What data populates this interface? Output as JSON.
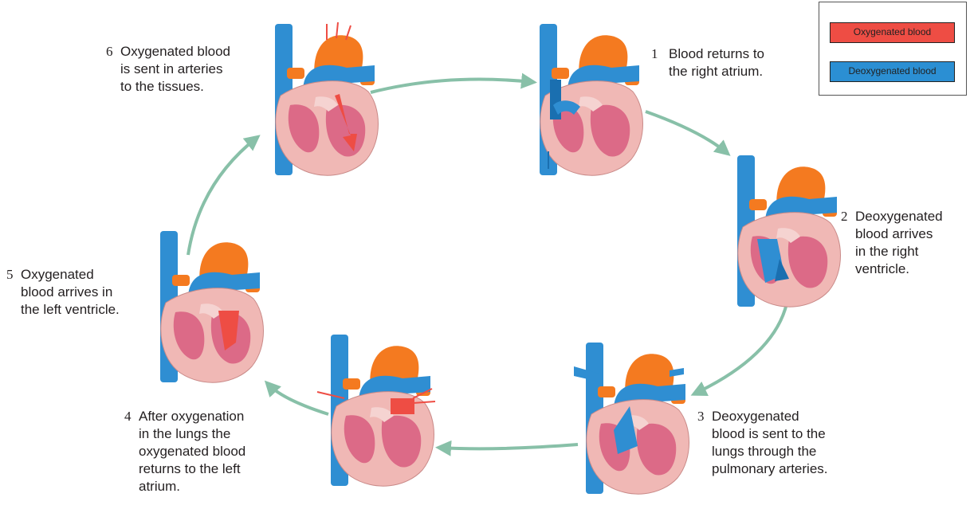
{
  "colors": {
    "oxygenated": "#ee4d44",
    "deoxygenated": "#2b8fd3",
    "arrow": "#88c0a8",
    "heart_outer": "#f0b8b5",
    "heart_inner": "#dc6a87",
    "vessel_orange": "#f47a20",
    "vessel_blue": "#2f8ed2"
  },
  "legend": {
    "oxygenated_label": "Oxygenated blood",
    "deoxygenated_label": "Deoxygenated blood"
  },
  "steps": [
    {
      "number": "1",
      "text": "Blood returns to\nthe right atrium."
    },
    {
      "number": "2",
      "text": "Deoxygenated\nblood arrives\nin the right\nventricle."
    },
    {
      "number": "3",
      "text": "Deoxygenated\nblood is sent to the\nlungs through the\npulmonary arteries."
    },
    {
      "number": "4",
      "text": "After oxygenation\nin the lungs the\noxygenated blood\nreturns to the left\natrium."
    },
    {
      "number": "5",
      "text": "Oxygenated\nblood arrives in\nthe left ventricle."
    },
    {
      "number": "6",
      "text": "Oxygenated blood\nis sent in arteries\nto the tissues."
    }
  ],
  "hearts": [
    {
      "name": "heart-step-1",
      "highlight": "deoxygenated"
    },
    {
      "name": "heart-step-2",
      "highlight": "deoxygenated"
    },
    {
      "name": "heart-step-3",
      "highlight": "deoxygenated"
    },
    {
      "name": "heart-step-4",
      "highlight": "oxygenated"
    },
    {
      "name": "heart-step-5",
      "highlight": "oxygenated"
    },
    {
      "name": "heart-step-6",
      "highlight": "oxygenated"
    }
  ]
}
